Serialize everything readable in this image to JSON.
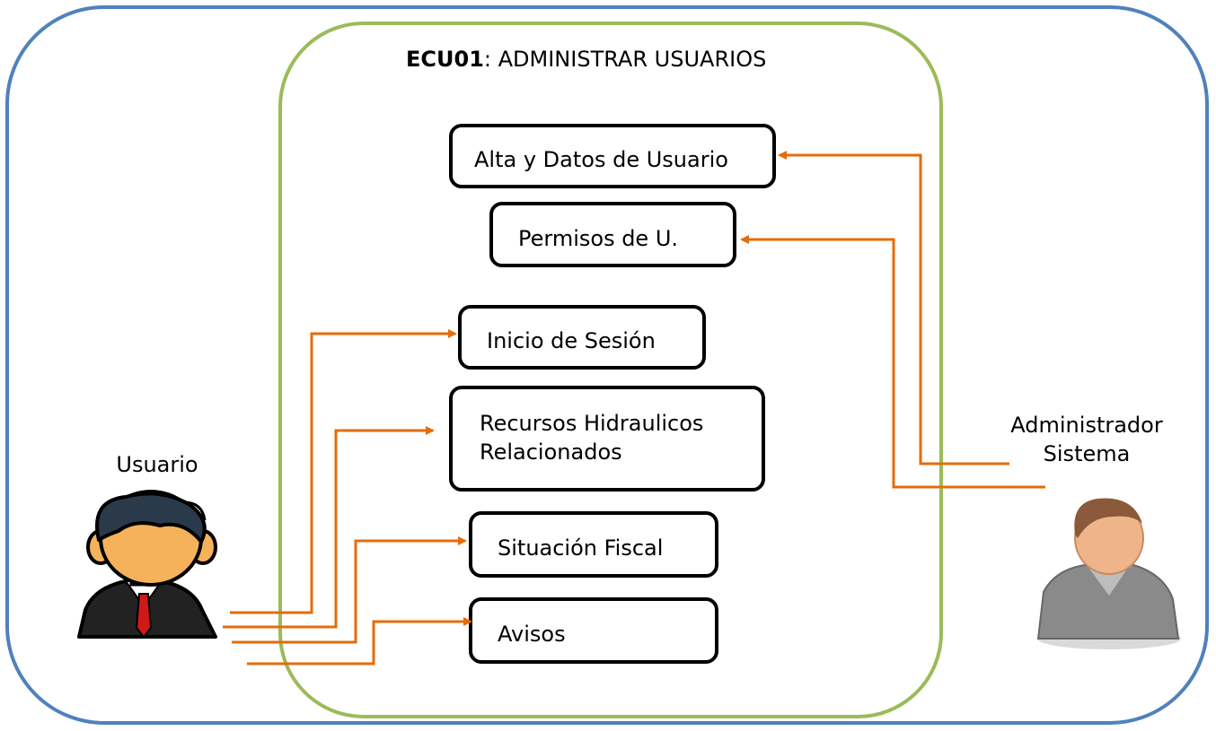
{
  "title": {
    "code": "ECU01",
    "text": ": ADMINISTRAR USUARIOS"
  },
  "use_cases": [
    {
      "label": "Alta y Datos de Usuario"
    },
    {
      "label": "Permisos de U."
    },
    {
      "label": "Inicio de Sesión"
    },
    {
      "label_line1": "Recursos Hidraulicos",
      "label_line2": "Relacionados"
    },
    {
      "label": "Situación Fiscal"
    },
    {
      "label": "Avisos"
    }
  ],
  "actors": {
    "user": {
      "label": "Usuario"
    },
    "admin": {
      "label_line1": "Administrador",
      "label_line2": "Sistema"
    }
  },
  "colors": {
    "outer_border": "#4f81bd",
    "inner_border": "#9bbb59",
    "connector": "#e46c0a"
  }
}
